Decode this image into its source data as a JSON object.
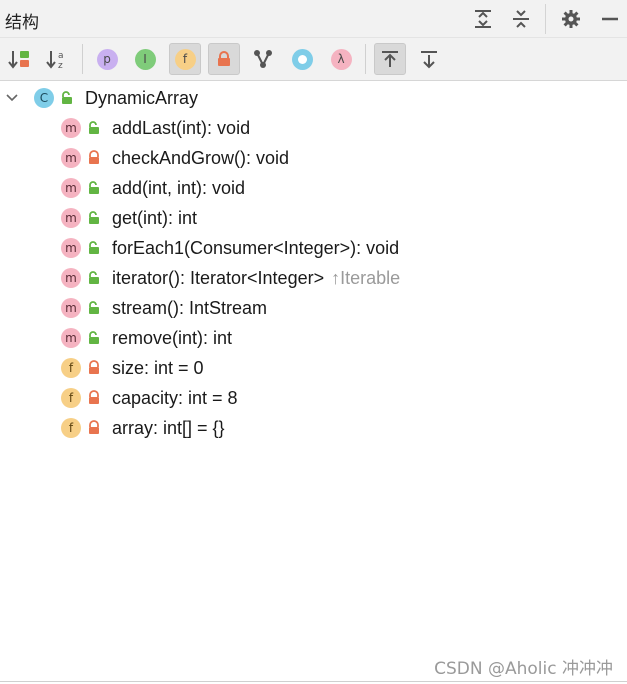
{
  "panel": {
    "title": "结构",
    "header_buttons": [
      {
        "name": "expand-all-icon"
      },
      {
        "name": "collapse-all-icon"
      },
      {
        "name": "gear-icon"
      },
      {
        "name": "hide-icon"
      }
    ]
  },
  "toolbar": {
    "sort_visibility_icon": "sort-by-visibility-icon",
    "sort_alpha_icon": "sort-alphabetically-icon",
    "show_properties_label": "p",
    "show_inherited_label": "I",
    "show_fields_label": "f",
    "show_lambdas_label": "λ"
  },
  "tree": {
    "root": {
      "label": "DynamicArray",
      "kind": "C",
      "visibility": "public"
    },
    "items": [
      {
        "kind": "m",
        "visibility": "public",
        "label": "addLast(int): void"
      },
      {
        "kind": "m",
        "visibility": "private",
        "label": "checkAndGrow(): void"
      },
      {
        "kind": "m",
        "visibility": "public",
        "label": "add(int, int): void"
      },
      {
        "kind": "m",
        "visibility": "public",
        "label": "get(int): int"
      },
      {
        "kind": "m",
        "visibility": "public",
        "label": "forEach1(Consumer<Integer>): void"
      },
      {
        "kind": "m",
        "visibility": "public",
        "label": "iterator(): Iterator<Integer>",
        "extra": "↑Iterable"
      },
      {
        "kind": "m",
        "visibility": "public",
        "label": "stream(): IntStream"
      },
      {
        "kind": "m",
        "visibility": "public",
        "label": "remove(int): int"
      },
      {
        "kind": "f",
        "visibility": "private",
        "label": "size: int = 0"
      },
      {
        "kind": "f",
        "visibility": "private",
        "label": "capacity: int = 8"
      },
      {
        "kind": "f",
        "visibility": "private",
        "label": "array: int[] = {}"
      }
    ]
  },
  "watermark": "CSDN @Aholic    冲冲冲",
  "colors": {
    "method_badge": "#f5b3c1",
    "field_badge": "#f7cf86",
    "class_badge": "#7fcde8",
    "public_lock": "#62b543",
    "private_lock": "#e8744f"
  }
}
